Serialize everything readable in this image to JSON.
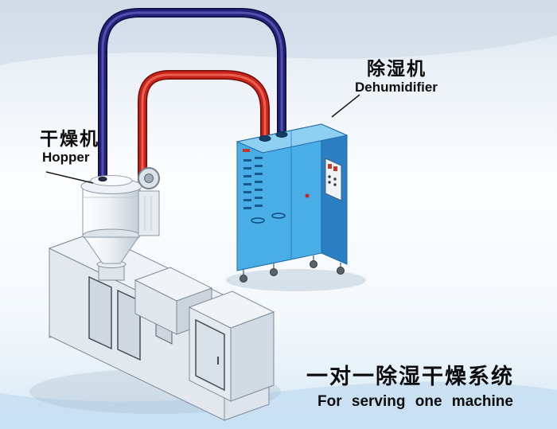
{
  "labels": {
    "hopper": {
      "cn": "干燥机",
      "en": "Hopper"
    },
    "dehumidifier": {
      "cn": "除湿机",
      "en": "Dehumidifier"
    },
    "caption": {
      "cn": "一对一除湿干燥系统",
      "en": "For serving one machine"
    }
  },
  "colors": {
    "pipe_return_air": "#23217a",
    "pipe_dry_air": "#c8241a",
    "cabinet_front": "#4aaee6",
    "cabinet_side": "#2d7fc4",
    "cabinet_top": "#8fd0f2"
  }
}
